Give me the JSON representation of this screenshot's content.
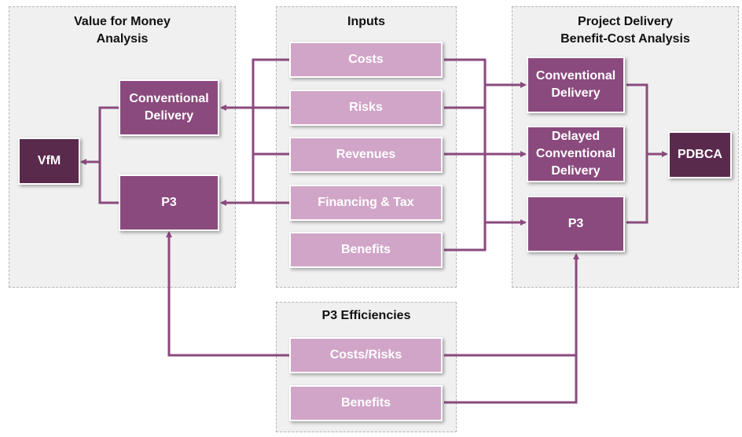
{
  "panels": {
    "vfm_title": "Value for Money\nAnalysis",
    "inputs_title": "Inputs",
    "pdbca_title": "Project Delivery\nBenefit-Cost Analysis",
    "efficiencies_title": "P3 Efficiencies"
  },
  "inputs": [
    "Costs",
    "Risks",
    "Revenues",
    "Financing & Tax",
    "Benefits"
  ],
  "vfm": {
    "conventional": "Conventional\nDelivery",
    "p3": "P3",
    "result": "VfM"
  },
  "pdbca": {
    "conventional": "Conventional\nDelivery",
    "delayed": "Delayed\nConventional\nDelivery",
    "p3": "P3",
    "result": "PDBCA"
  },
  "efficiencies": [
    "Costs/Risks",
    "Benefits"
  ],
  "colors": {
    "light_box": "#d1a5c8",
    "mid_box": "#8a4a7d",
    "dark_box": "#5a2a4d",
    "arrow": "#8a4a7d",
    "panel": "#f0f0f0"
  }
}
